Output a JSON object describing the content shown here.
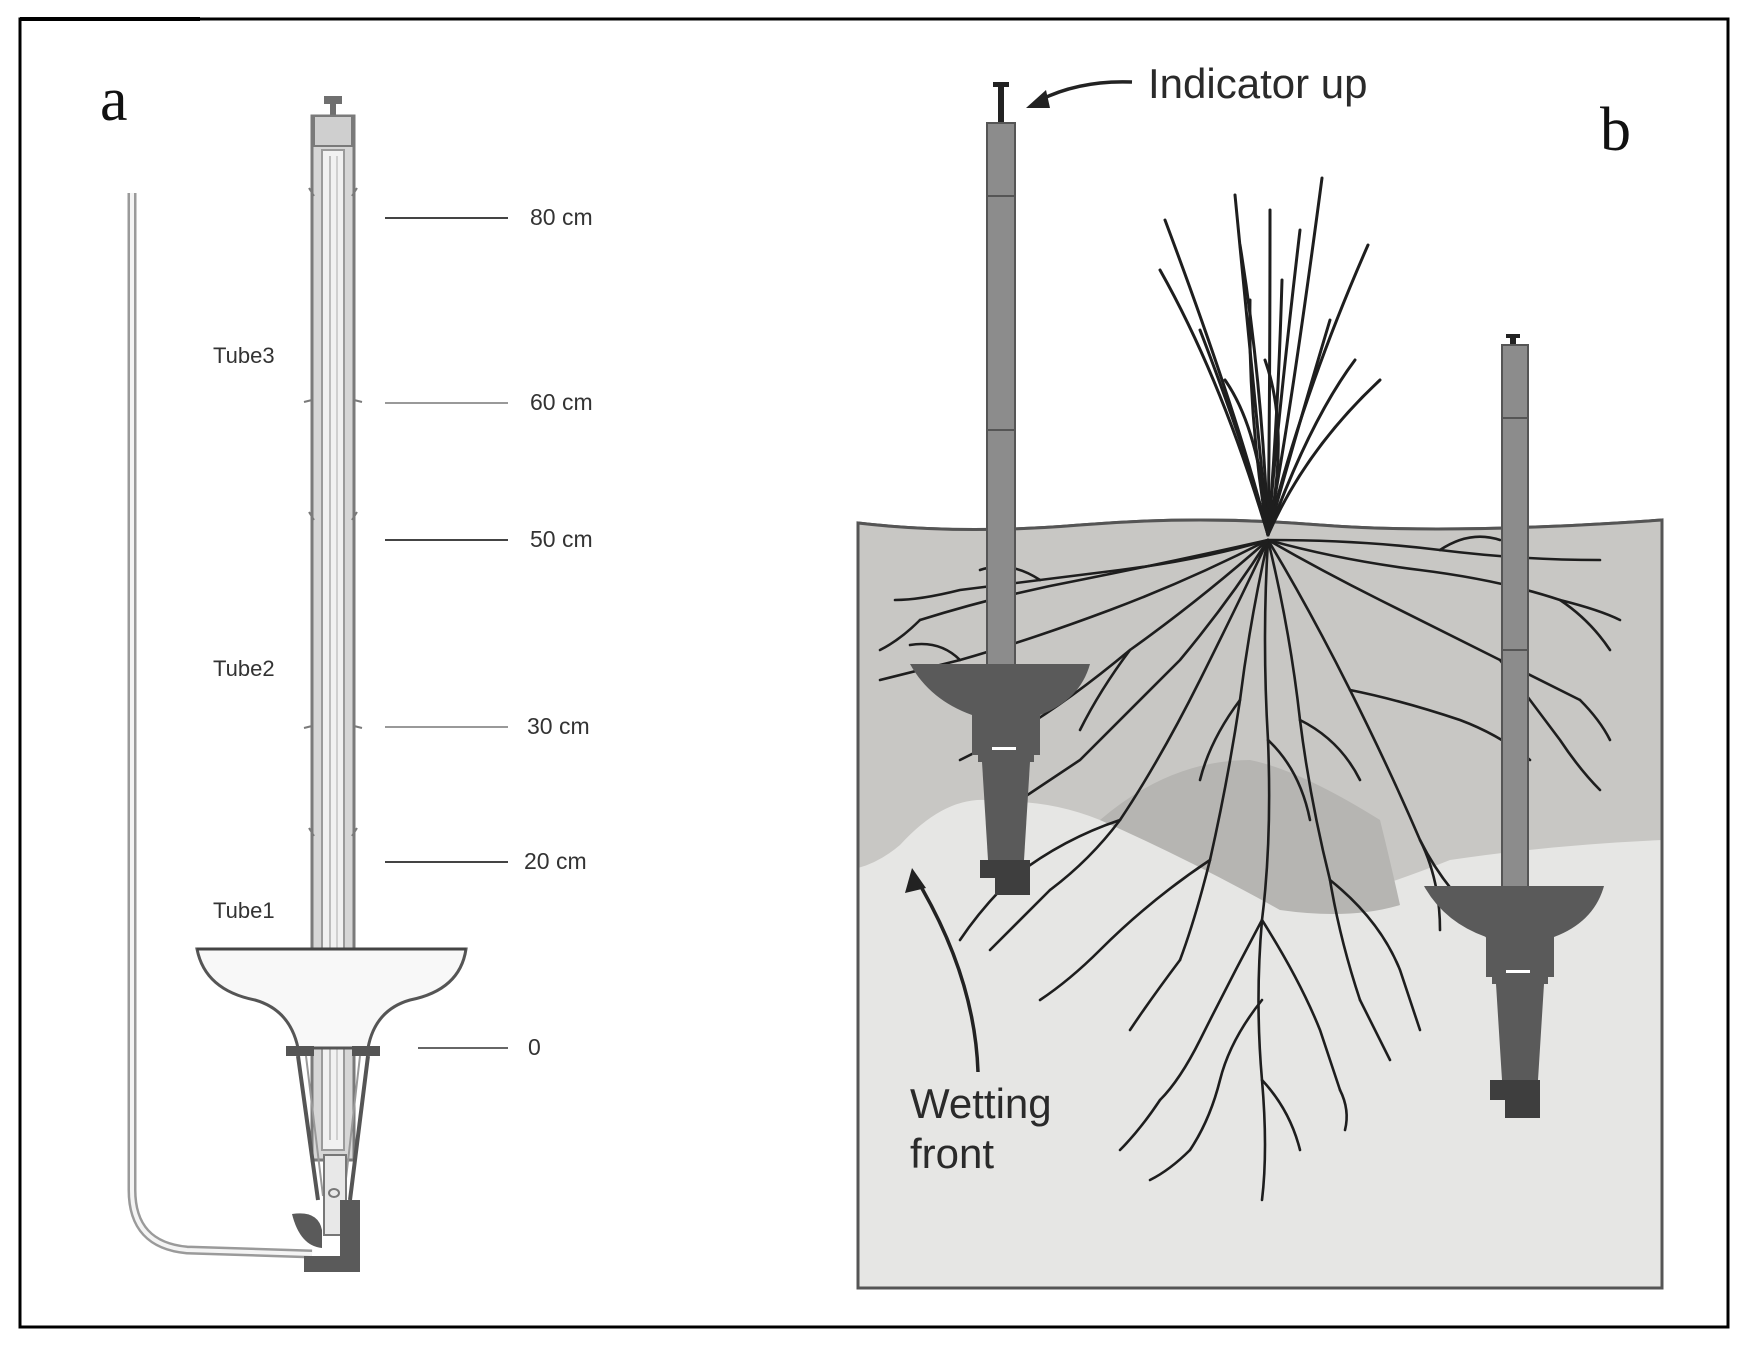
{
  "panel_a": {
    "letter": "a",
    "depth_labels": [
      "80 cm",
      "60 cm",
      "50 cm",
      "30 cm",
      "20 cm",
      "0"
    ],
    "tube_labels": [
      "Tube3",
      "Tube2",
      "Tube1"
    ]
  },
  "panel_b": {
    "letter": "b",
    "indicator_label": "Indicator up",
    "wetting_label_line1": "Wetting",
    "wetting_label_line2": "front"
  },
  "colors": {
    "frame": "#000000",
    "moist_soil": "#c8c7c4",
    "wetted_zone": "#b3b2af",
    "dry_soil": "#e6e6e4",
    "funnel": "#5a5a5a",
    "tube": "#8c8c8c",
    "roots": "#1e1e1e"
  }
}
